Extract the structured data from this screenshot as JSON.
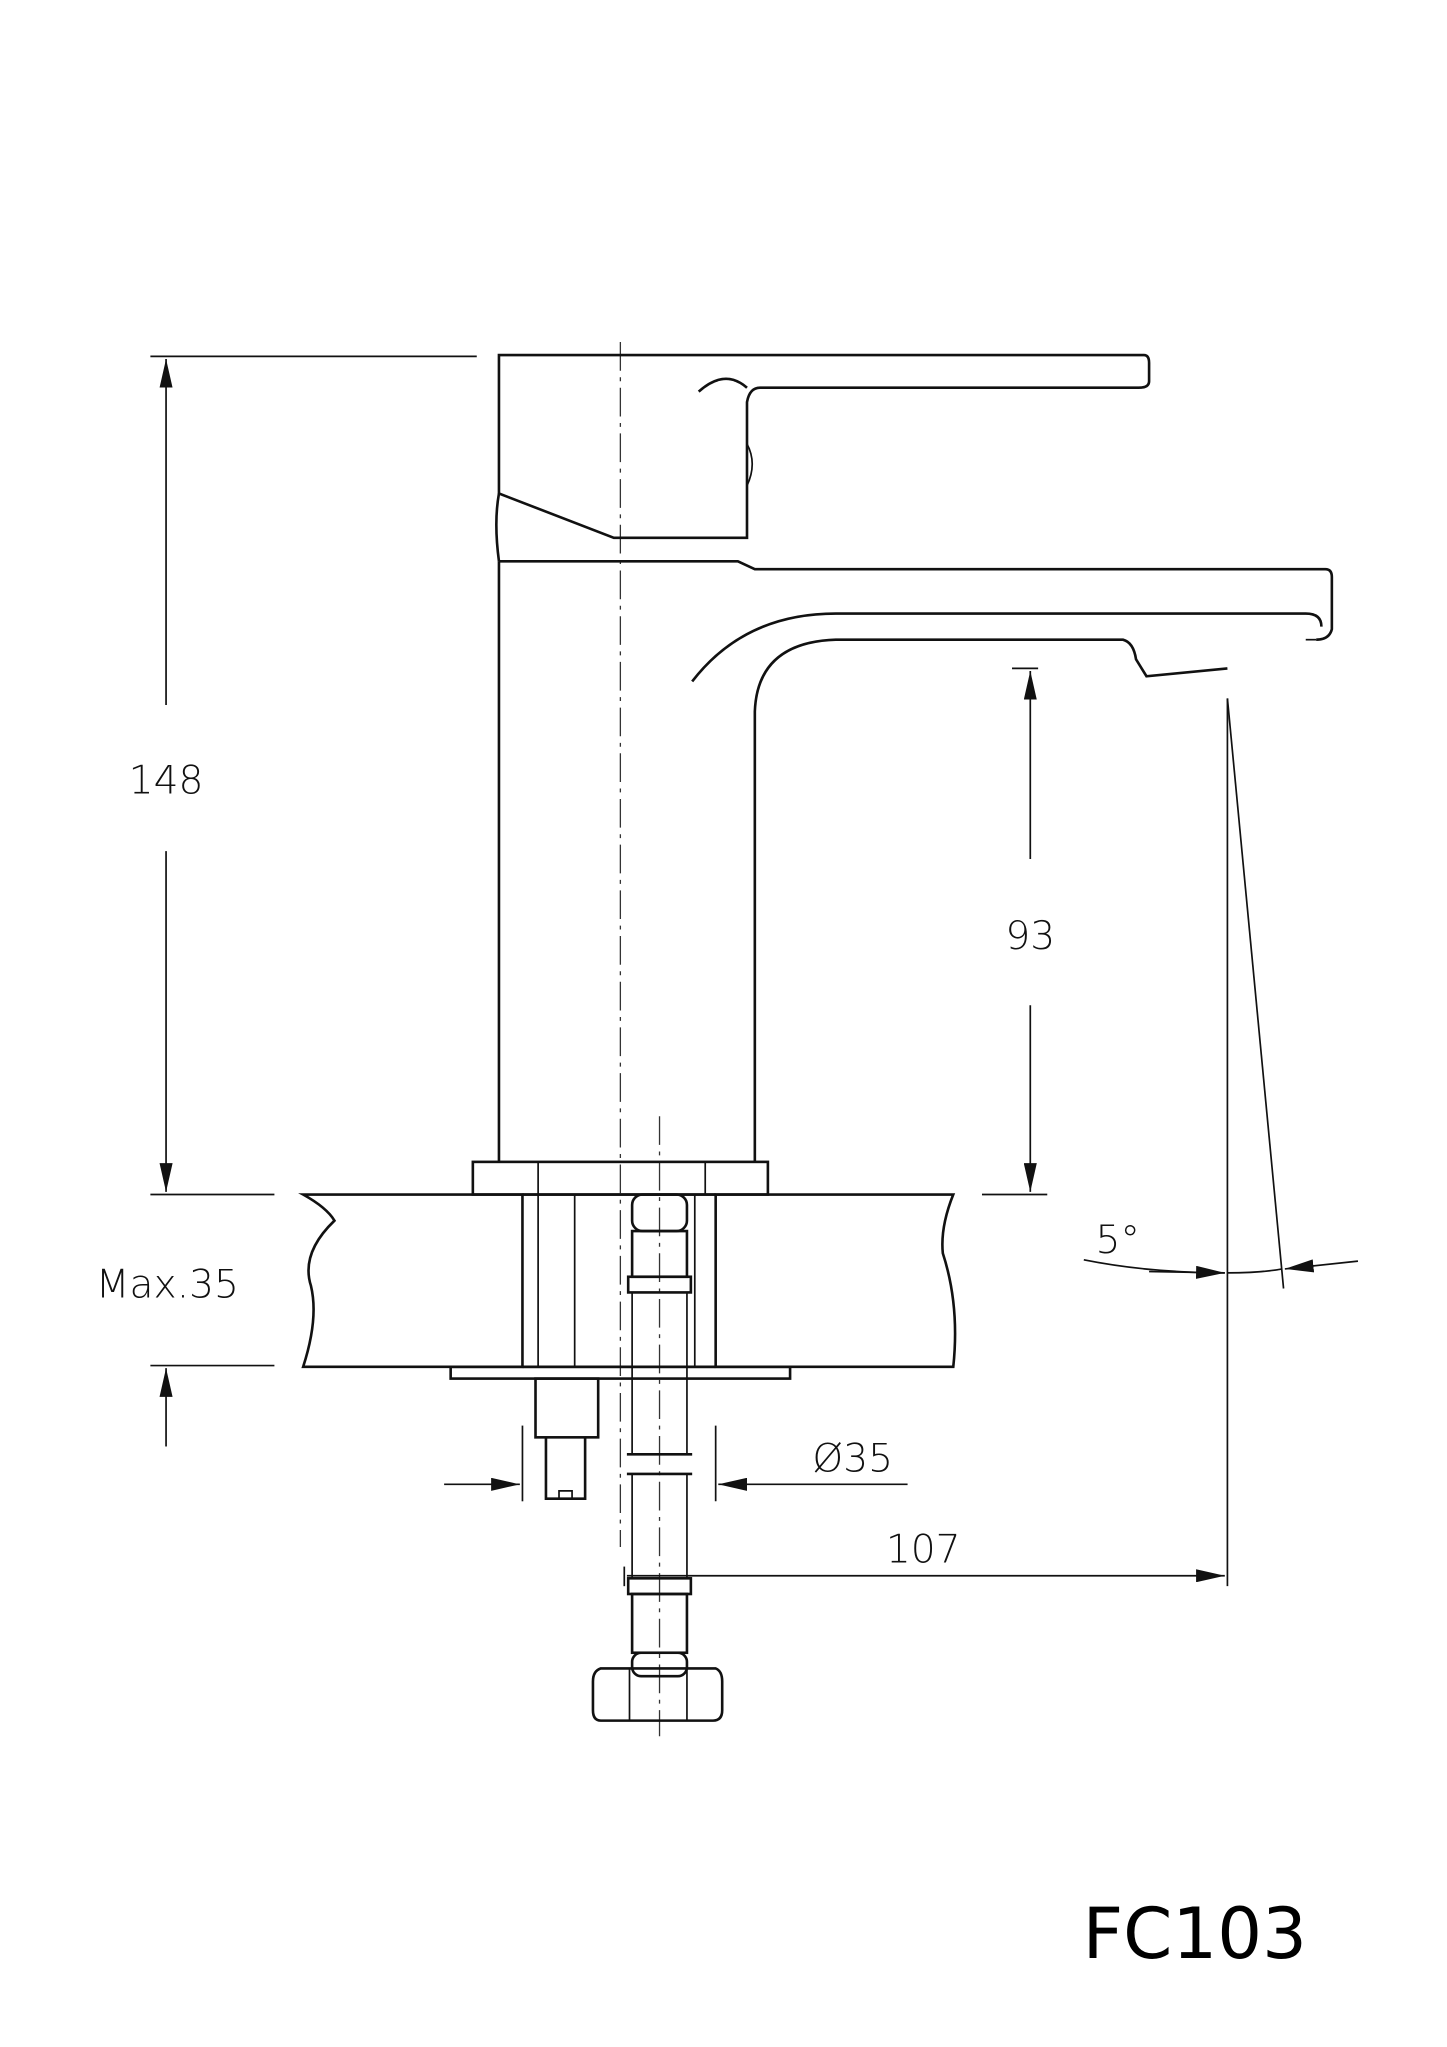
{
  "model": "FC103",
  "dimensions": {
    "height_total": "148",
    "spout_clearance": "93",
    "counter_thickness": "Max.35",
    "hole_diameter": "Ø35",
    "spout_reach": "107",
    "spout_angle": "5°"
  }
}
